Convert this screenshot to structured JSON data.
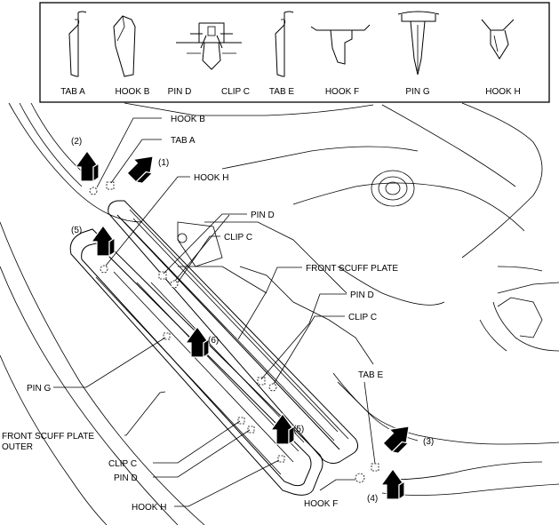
{
  "legend": {
    "items": [
      {
        "label": "TAB A",
        "icon": "tab-shape"
      },
      {
        "label": "HOOK B",
        "icon": "hook-shape"
      },
      {
        "label": "PIN D",
        "icon": "pin-clip-shape"
      },
      {
        "label": "CLIP C",
        "icon": "pin-clip-shape"
      },
      {
        "label": "TAB E",
        "icon": "tab-shape"
      },
      {
        "label": "HOOK F",
        "icon": "hook-shape"
      },
      {
        "label": "PIN G",
        "icon": "pin-shape"
      },
      {
        "label": "HOOK H",
        "icon": "hook-shape"
      }
    ]
  },
  "callouts": {
    "hook_b": "HOOK B",
    "tab_a": "TAB A",
    "hook_h_top": "HOOK H",
    "pin_d_top": "PIN D",
    "clip_c_top": "CLIP C",
    "front_scuff_plate": "FRONT SCUFF PLATE",
    "pin_d_mid": "PIN D",
    "clip_c_mid": "CLIP C",
    "tab_e": "TAB E",
    "pin_g": "PIN G",
    "front_scuff_plate_outer_line1": "FRONT SCUFF PLATE",
    "front_scuff_plate_outer_line2": "OUTER",
    "clip_c_bottom": "CLIP C",
    "pin_d_bottom": "PIN D",
    "hook_h_bottom": "HOOK H",
    "hook_f": "HOOK F"
  },
  "steps": {
    "s1": "(1)",
    "s2": "(2)",
    "s3": "(3)",
    "s4": "(4)",
    "s5a": "(5)",
    "s5b": "(5)",
    "s6": "(6)"
  }
}
